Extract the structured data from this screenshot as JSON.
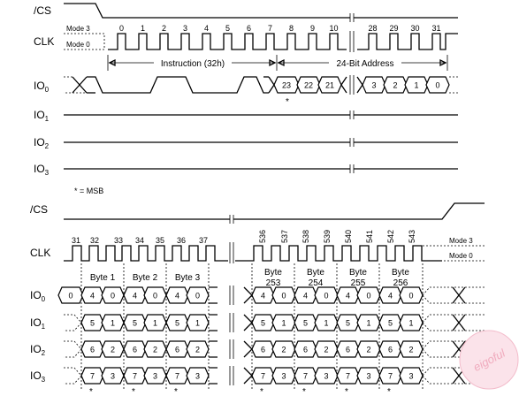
{
  "top": {
    "signals": [
      "/CS",
      "CLK",
      "IO0",
      "IO1",
      "IO2",
      "IO3"
    ],
    "signal_labels": [
      {
        "base": "/CS",
        "sub": ""
      },
      {
        "base": "CLK",
        "sub": ""
      },
      {
        "base": "IO",
        "sub": "0"
      },
      {
        "base": "IO",
        "sub": "1"
      },
      {
        "base": "IO",
        "sub": "2"
      },
      {
        "base": "IO",
        "sub": "3"
      }
    ],
    "mode3": "Mode 3",
    "mode0": "Mode 0",
    "clock_numbers_a": [
      "0",
      "1",
      "2",
      "3",
      "4",
      "5",
      "6",
      "7",
      "8",
      "9",
      "10"
    ],
    "clock_numbers_b": [
      "28",
      "29",
      "30",
      "31"
    ],
    "instruction_label": "Instruction (32h)",
    "address_label": "24-Bit Address",
    "address_bits_a": [
      "23",
      "22",
      "21"
    ],
    "address_bits_b": [
      "3",
      "2",
      "1",
      "0"
    ],
    "msb_mark": "*"
  },
  "legend": {
    "text": "* = MSB"
  },
  "bottom": {
    "signal_labels": [
      {
        "base": "/CS",
        "sub": ""
      },
      {
        "base": "CLK",
        "sub": ""
      },
      {
        "base": "IO",
        "sub": "0"
      },
      {
        "base": "IO",
        "sub": "1"
      },
      {
        "base": "IO",
        "sub": "2"
      },
      {
        "base": "IO",
        "sub": "3"
      }
    ],
    "mode3": "Mode 3",
    "mode0": "Mode 0",
    "clock_numbers_a": [
      "31",
      "32",
      "33",
      "34",
      "35",
      "36",
      "37"
    ],
    "clock_numbers_b": [
      "536",
      "537",
      "538",
      "539",
      "540",
      "541",
      "542",
      "543"
    ],
    "bytes_a": [
      "Byte 1",
      "Byte 2",
      "Byte 3"
    ],
    "bytes_b": [
      [
        "Byte",
        "253"
      ],
      [
        "Byte",
        "254"
      ],
      [
        "Byte",
        "255"
      ],
      [
        "Byte",
        "256"
      ]
    ],
    "io0_first": "0",
    "io0_pair": [
      "4",
      "0"
    ],
    "io1_pair": [
      "5",
      "1"
    ],
    "io2_pair": [
      "6",
      "2"
    ],
    "io3_pair": [
      "7",
      "3"
    ],
    "msb_mark": "*"
  },
  "watermark": {
    "text": "eigoful"
  }
}
